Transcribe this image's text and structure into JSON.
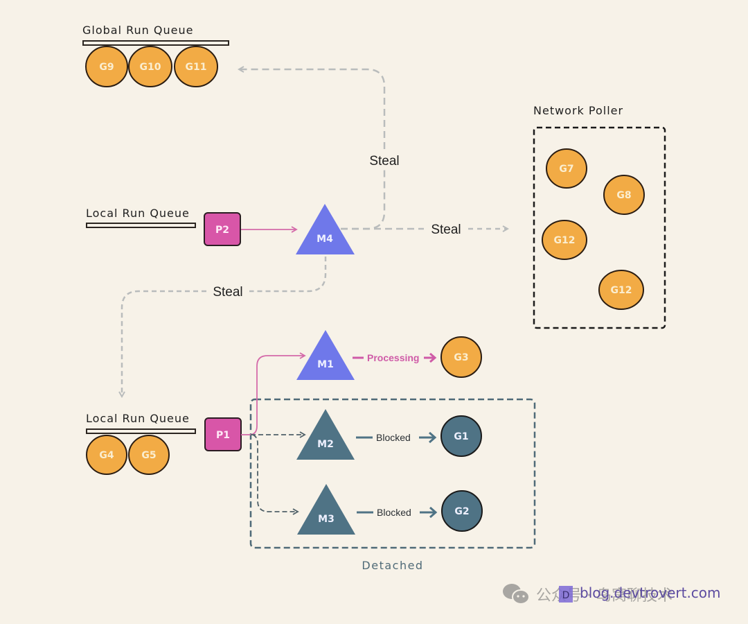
{
  "title": "Go scheduler work stealing diagram",
  "colors": {
    "background": "#f7f2e8",
    "goroutine": "#f2ab45",
    "goroutine_blocked": "#4f7385",
    "processor": "#d856a8",
    "machine_active": "#6f78ea",
    "machine_blocked": "#4f7385",
    "steal_line": "#b9bcbc",
    "pink_line": "#d46aa9",
    "detached_border": "#4f6a77"
  },
  "global_queue": {
    "label": "Global Run Queue",
    "goroutines": [
      "G9",
      "G10",
      "G11"
    ]
  },
  "network_poller": {
    "label": "Network Poller",
    "goroutines": [
      "G7",
      "G8",
      "G12",
      "G12"
    ]
  },
  "top_local_queue": {
    "label": "Local Run Queue",
    "processor": "P2",
    "machine": "M4"
  },
  "steal_labels": {
    "to_global": "Steal",
    "to_poller": "Steal",
    "to_local": "Steal"
  },
  "bottom_local_queue": {
    "label": "Local Run Queue",
    "goroutines": [
      "G4",
      "G5"
    ],
    "processor": "P1"
  },
  "running": {
    "machine": "M1",
    "action": "Processing",
    "goroutine": "G3"
  },
  "detached": {
    "label": "Detached",
    "rows": [
      {
        "machine": "M2",
        "action": "Blocked",
        "goroutine": "G1"
      },
      {
        "machine": "M3",
        "action": "Blocked",
        "goroutine": "G2"
      }
    ]
  },
  "watermark": {
    "prefix": "公众号 · 鸟窝聊技术",
    "site": "blog.devtrovert.com",
    "logo": "D"
  }
}
